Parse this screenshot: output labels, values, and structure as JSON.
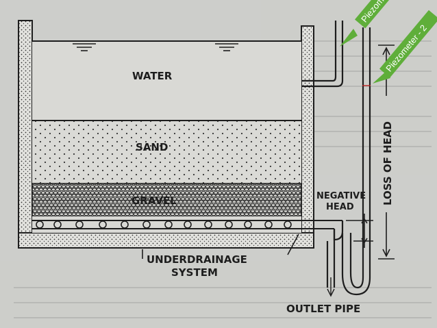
{
  "diagram": {
    "labels": {
      "water": "WATER",
      "sand": "SAND",
      "gravel": "GRAVEL",
      "loss_of_head": "LOSS OF HEAD",
      "negative_head_line1": "NEGATIVE",
      "negative_head_line2": "HEAD",
      "underdrainage_line1": "UNDERDRAINAGE",
      "underdrainage_line2": "SYSTEM",
      "outlet_pipe": "OUTLET PIPE"
    },
    "tags": {
      "piezometer_1": "Piezometer",
      "piezometer_2": "Piezometer - 2"
    },
    "colors": {
      "tag_green": "#5fae3a",
      "ink": "#1d1d1d",
      "paper": "#cfd0cc"
    }
  }
}
